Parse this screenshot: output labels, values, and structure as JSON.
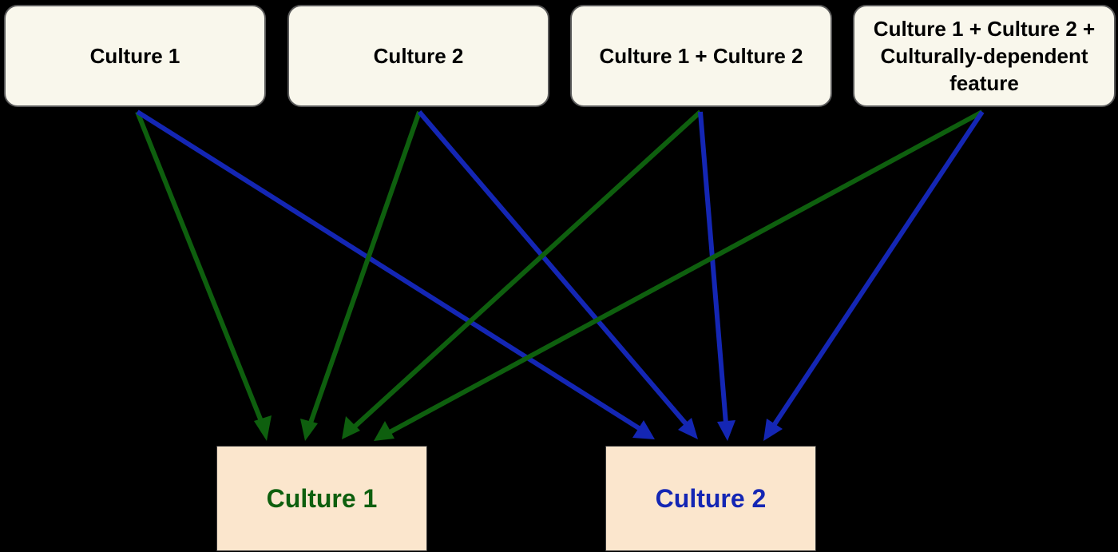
{
  "sources": [
    {
      "label": "Culture 1"
    },
    {
      "label": "Culture 2"
    },
    {
      "label": "Culture 1 + Culture 2"
    },
    {
      "label": "Culture 1 + Culture 2 + Culturally-dependent feature"
    }
  ],
  "targets": [
    {
      "label": "Culture 1",
      "color": "#0e5f0e"
    },
    {
      "label": "Culture 2",
      "color": "#1426b4"
    }
  ],
  "edges": [
    {
      "from": "source-1",
      "to": "target-1",
      "color": "#0e5f0e"
    },
    {
      "from": "source-1",
      "to": "target-2",
      "color": "#1426b4"
    },
    {
      "from": "source-2",
      "to": "target-1",
      "color": "#0e5f0e"
    },
    {
      "from": "source-2",
      "to": "target-2",
      "color": "#1426b4"
    },
    {
      "from": "source-3",
      "to": "target-1",
      "color": "#0e5f0e"
    },
    {
      "from": "source-3",
      "to": "target-2",
      "color": "#1426b4"
    },
    {
      "from": "source-4",
      "to": "target-1",
      "color": "#0e5f0e"
    },
    {
      "from": "source-4",
      "to": "target-2",
      "color": "#1426b4"
    }
  ]
}
